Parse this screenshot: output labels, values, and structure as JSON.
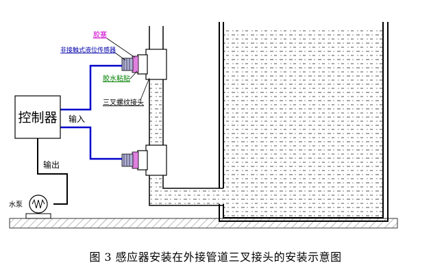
{
  "labels": {
    "controller": "控制器",
    "input": "输入",
    "output": "输出",
    "pump": "水泵",
    "sealant": "胶塞",
    "sensor": "非接触式液位传感器",
    "rubber_pad": "胶水粘贴",
    "tee_joint": "三叉螺纹接头"
  },
  "caption": "图 3  感应器安装在外接管道三叉接头的安装示意图",
  "colors": {
    "sealant_label": "#cc00cc",
    "sensor_label": "#0000aa",
    "rubber_pad_label": "#008000",
    "signal_wire": "#0000cc",
    "sensor_body": "#b0b0d8",
    "seal_ring": "#e080e0"
  }
}
